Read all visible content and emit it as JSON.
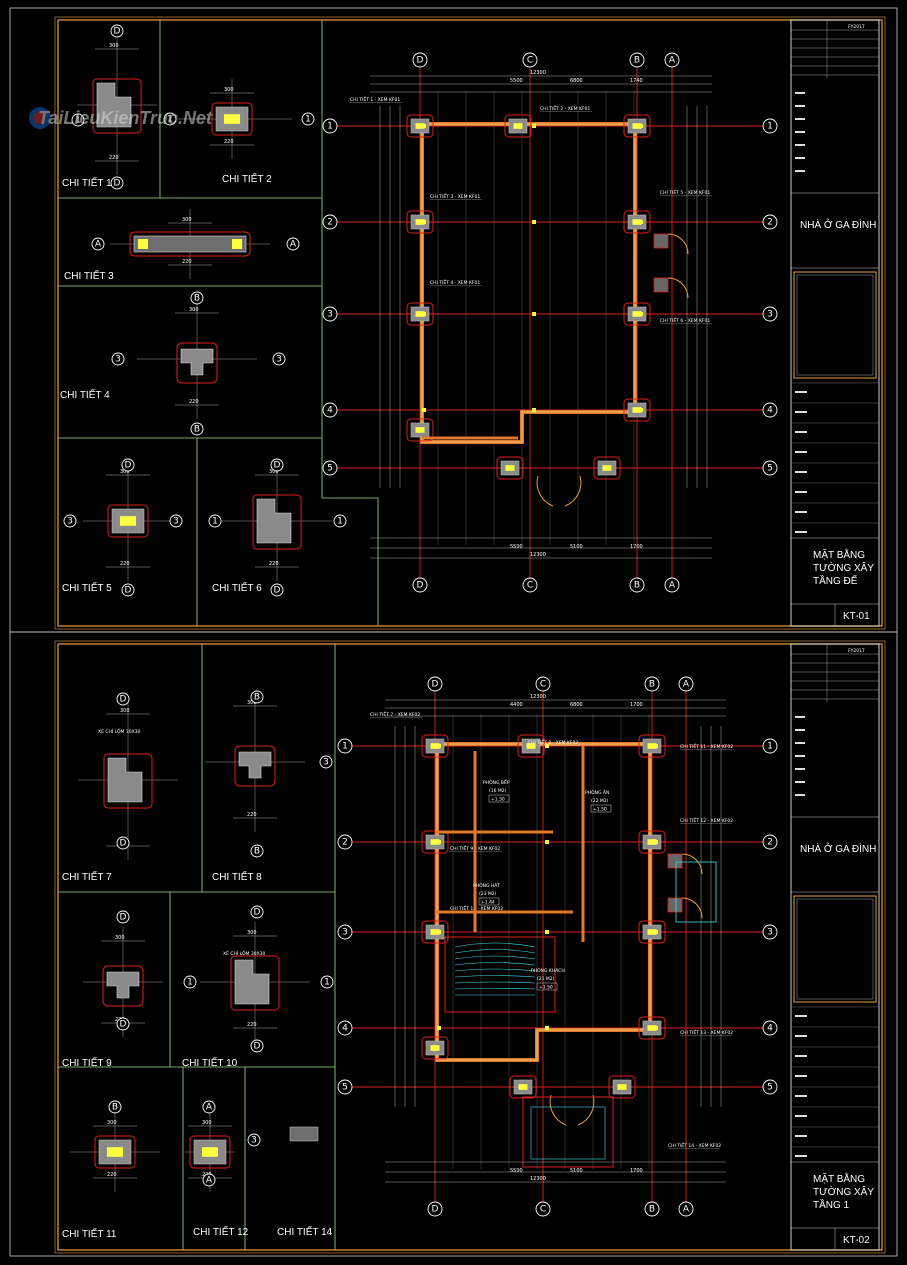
{
  "watermark": "TaiLieuKienTruc.Net",
  "sheets": [
    {
      "project": "NHÀ Ở GA ĐÌNH",
      "title_lines": [
        "MẶT BẰNG",
        "TƯỜNG XÂY",
        "TẦNG ĐẾ"
      ],
      "sheet_no": "KT-01",
      "header_code": "FY2017",
      "details": [
        "CHI TIẾT 1",
        "CHI TIẾT 2",
        "CHI TIẾT 3",
        "CHI TIẾT 4",
        "CHI TIẾT 5",
        "CHI TIẾT 6"
      ],
      "grid_cols": [
        "D",
        "C",
        "B",
        "A"
      ],
      "grid_rows": [
        "1",
        "2",
        "3",
        "4",
        "5"
      ],
      "callouts": [
        "CHI TIẾT 1 - XEM KF01",
        "CHI TIẾT 2 - XEM KF01",
        "CHI TIẾT 3 - XEM KF01",
        "CHI TIẾT 4 - XEM KF01",
        "CHI TIẾT 5 - XEM KF01",
        "CHI TIẾT 6 - XEM KF01"
      ],
      "dims_top": [
        "12300",
        "5500",
        "6800",
        "1740"
      ],
      "dims_bottom": [
        "12300",
        "5500",
        "5100",
        "1700"
      ]
    },
    {
      "project": "NHÀ Ở GA ĐÌNH",
      "title_lines": [
        "MẶT BẰNG",
        "TƯỜNG XÂY",
        "TẦNG 1"
      ],
      "sheet_no": "KT-02",
      "header_code": "FY2017",
      "details": [
        "CHI TIẾT 7",
        "CHI TIẾT 8",
        "CHI TIẾT 9",
        "CHI TIẾT 10",
        "CHI TIẾT 11",
        "CHI TIẾT 12",
        "CHI TIẾT 14"
      ],
      "grid_cols": [
        "D",
        "C",
        "B",
        "A"
      ],
      "grid_rows": [
        "1",
        "2",
        "3",
        "4",
        "5"
      ],
      "rooms": [
        {
          "name": "PHÒNG BẾP",
          "area": "(16 M2)",
          "level": "+1.50"
        },
        {
          "name": "PHÒNG ĂN",
          "area": "(22 M2)",
          "level": "+1.50"
        },
        {
          "name": "PHÒNG HÁT",
          "area": "(23 M2)",
          "level": "+1.44"
        },
        {
          "name": "PHÒNG KHÁCH",
          "area": "(21 M2)",
          "level": "+1.50"
        }
      ],
      "callouts": [
        "CHI TIẾT 7 - XEM KF02",
        "CHI TIẾT 8 - XEM KF02",
        "CHI TIẾT 9 - XEM KF02",
        "CHI TIẾT 10 - XEM KF02",
        "CHI TIẾT 11 - XEM KF02",
        "CHI TIẾT 12 - XEM KF02",
        "CHI TIẾT 13 - XEM KF02",
        "CHI TIẾT 14 - XEM KF02"
      ],
      "notes": [
        "XẺ CHỈ LÕM 30X30",
        "XẺ CHỈ LÕM 30X30"
      ],
      "dims_top": [
        "12300",
        "4400",
        "6800",
        "1700"
      ],
      "dims_bottom": [
        "12300",
        "5500",
        "5100",
        "1700"
      ]
    }
  ],
  "colors": {
    "frame": "#e8a13a",
    "wall": "#e07a2a",
    "grid": "#e0201c",
    "dim": "#d8d8d8",
    "column": "#ffff40",
    "divider": "#9be08a",
    "cyan": "#40e0f0"
  }
}
